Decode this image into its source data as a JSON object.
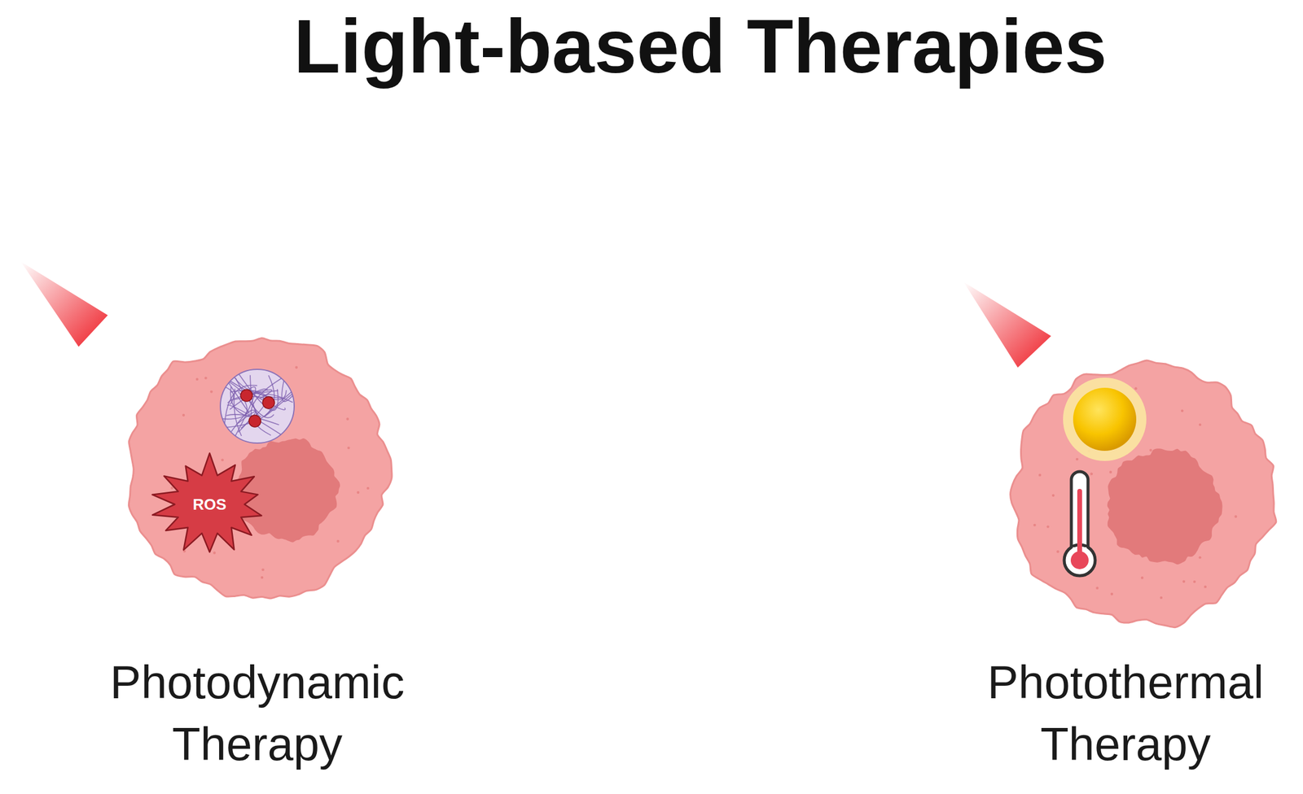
{
  "diagram": {
    "title": "Light-based Therapies",
    "nodes": [
      {
        "text": [
          "Photodynamic Therapy"
        ]
      },
      {
        "text": [
          "ROS"
        ],
        "in": 0
      },
      {
        "text": [
          "Photothermal Therapy"
        ]
      }
    ]
  }
}
